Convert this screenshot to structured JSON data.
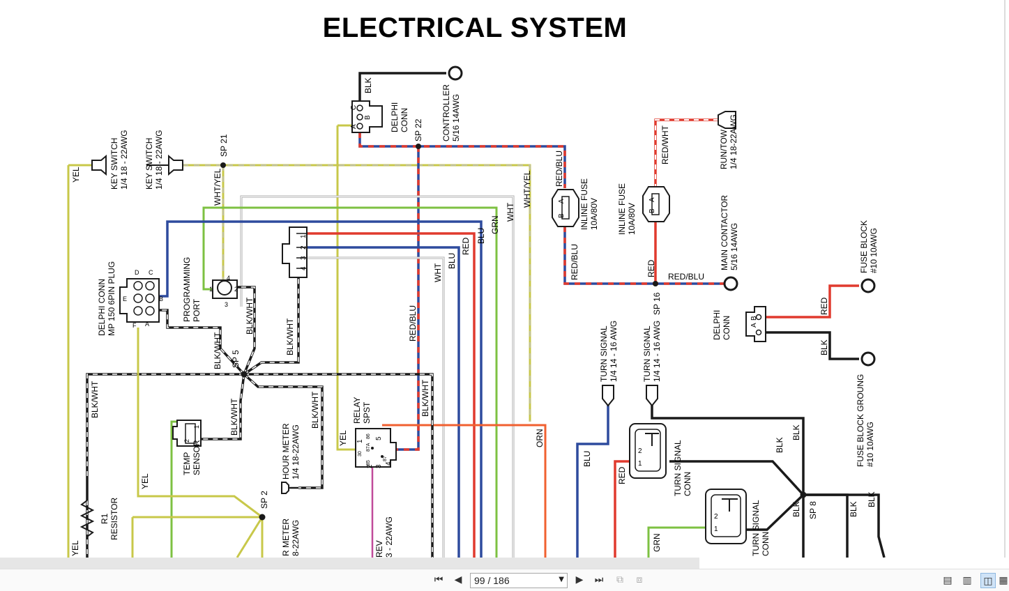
{
  "document": {
    "title": "ELECTRICAL SYSTEM"
  },
  "diagram": {
    "components": {
      "key_switch_1": [
        "KEY SWITCH",
        "1/4 18 - 22AWG"
      ],
      "key_switch_2": [
        "KEY SWITCH",
        "1/4 18 - 22AWG"
      ],
      "delphi_conn_top": [
        "DELPHI",
        "CONN"
      ],
      "controller": [
        "CONTROLLER",
        "5/16 14AWG"
      ],
      "sp22": "SP 22",
      "sp21": "SP 21",
      "sp5": "SP 5",
      "sp2": "SP 2",
      "sp16": "SP 16",
      "sp8": "SP 8",
      "inline_fuse_1": [
        "INLINE FUSE",
        "10A/80V"
      ],
      "inline_fuse_2": [
        "INLINE FUSE",
        "10A/80V"
      ],
      "run_tow": [
        "RUN/TOW",
        "1/4 18-22AWG"
      ],
      "main_contactor": [
        "MAIN CONTACTOR",
        "5/16 14AWG"
      ],
      "fuse_block": [
        "FUSE BLOCK",
        "#10 10AWG"
      ],
      "delphi_conn_right": [
        "DELPHI",
        "CONN"
      ],
      "fuse_block_ground": [
        "FUSE BLOCK GROUNG",
        "#10 10AWG"
      ],
      "delphi_6pin": [
        "DELPHI CONN",
        "MP 150 6PIN PLUG"
      ],
      "programming_port": [
        "PROGRAMMING",
        "PORT"
      ],
      "turn_signal_1": [
        "TURN SIGNAL",
        "1/4 14 - 16 AWG"
      ],
      "turn_signal_2": [
        "TURN SIGNAL",
        "1/4 14 - 16 AWG"
      ],
      "turn_signal_conn_1": [
        "TURN SIGNAL",
        "CONN"
      ],
      "turn_signal_conn_2": [
        "TURN SIGNAL",
        "CONN"
      ],
      "temp_sensor": [
        "TEMP",
        "SENSOR"
      ],
      "hour_meter": [
        "HOUR METER",
        "1/4 18-22AWG"
      ],
      "hour_meter_cut": [
        "R METER",
        "8-22AWG"
      ],
      "relay": [
        "RELAY",
        "SPST"
      ],
      "resistor": [
        "R1",
        "RESISTOR"
      ],
      "rev_cut": [
        "REV",
        "3 - 22AWG"
      ]
    },
    "wire_labels": {
      "yel": "YEL",
      "blk": "BLK",
      "blk_wht": "BLK/WHT",
      "wht_yel": "WHT/YEL",
      "wht": "WHT",
      "blu": "BLU",
      "red": "RED",
      "grn": "GRN",
      "red_blu": "RED/BLU",
      "red_wht": "RED/WHT",
      "orn": "ORN"
    },
    "pin_labels": {
      "abc": [
        "A",
        "B",
        "C"
      ],
      "ab": [
        "A",
        "B"
      ],
      "six_pin": [
        "D",
        "C",
        "E",
        "F",
        "A",
        "B"
      ],
      "prog_port": [
        "1",
        "2",
        "3",
        "4"
      ],
      "right_conn": [
        "1",
        "2",
        "3",
        "4"
      ],
      "two_pin": [
        "1",
        "2"
      ],
      "relay": [
        "30",
        "85",
        "87A",
        "86",
        "87",
        "1",
        "2",
        "3",
        "4",
        "5"
      ]
    }
  },
  "toolbar": {
    "page_current": "99",
    "page_total": "186",
    "page_display": "99 / 186",
    "icons": [
      "first-page-icon",
      "previous-page-icon",
      "next-page-icon",
      "last-page-icon",
      "fit-width-icon",
      "rotate-icon",
      "single-page-icon",
      "facing-pages-icon",
      "two-page-icon",
      "continuous-icon"
    ]
  },
  "colors": {
    "yellow_wire": "#c8c84a",
    "black_wire": "#1a1a1a",
    "blue_wire": "#2e4b9e",
    "red_wire": "#e03a2e",
    "green_wire": "#7dc142",
    "gray_wire": "#aaaaaa",
    "orange_wire": "#f06030",
    "pink_wire": "#c04b9a"
  }
}
